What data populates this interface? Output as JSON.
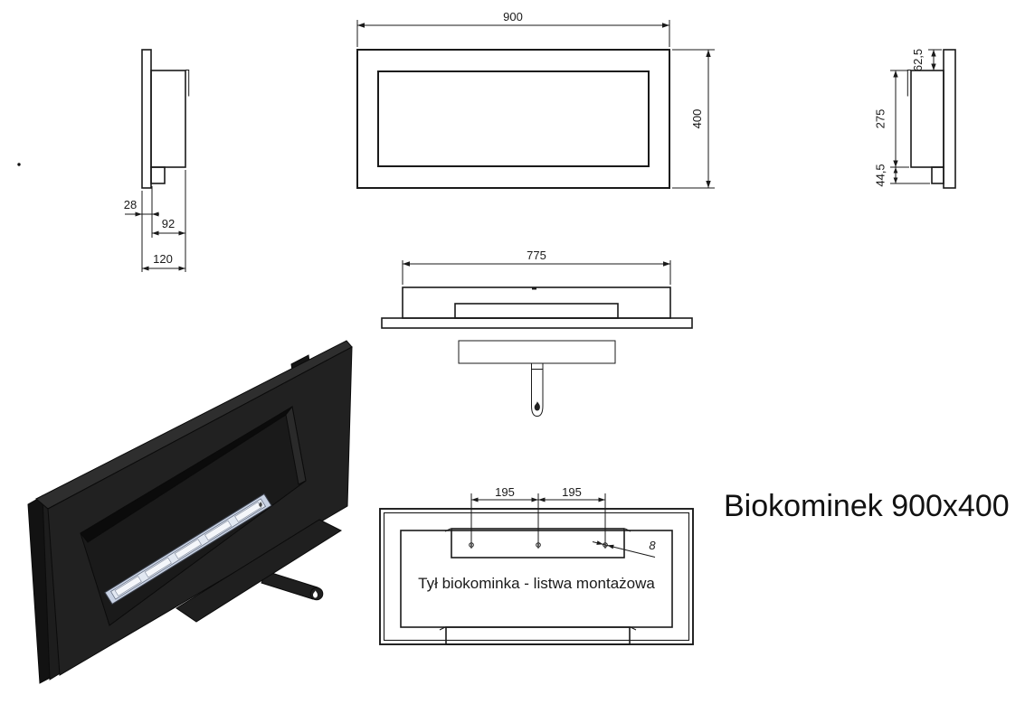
{
  "title": "Biokominek 900x400",
  "front_view": {
    "width": "900",
    "height": "400"
  },
  "top_view": {
    "width": "775"
  },
  "side_left_view": {
    "lip_depth": "28",
    "body_depth": "92",
    "total_depth": "120"
  },
  "side_right_view": {
    "top_inset": "62,5",
    "opening_height": "275",
    "bottom_inset": "44,5"
  },
  "back_view": {
    "hole_spacing_left": "195",
    "hole_spacing_right": "195",
    "hole_diameter": "8",
    "label": "Tył biokominka - listwa montażowa"
  }
}
